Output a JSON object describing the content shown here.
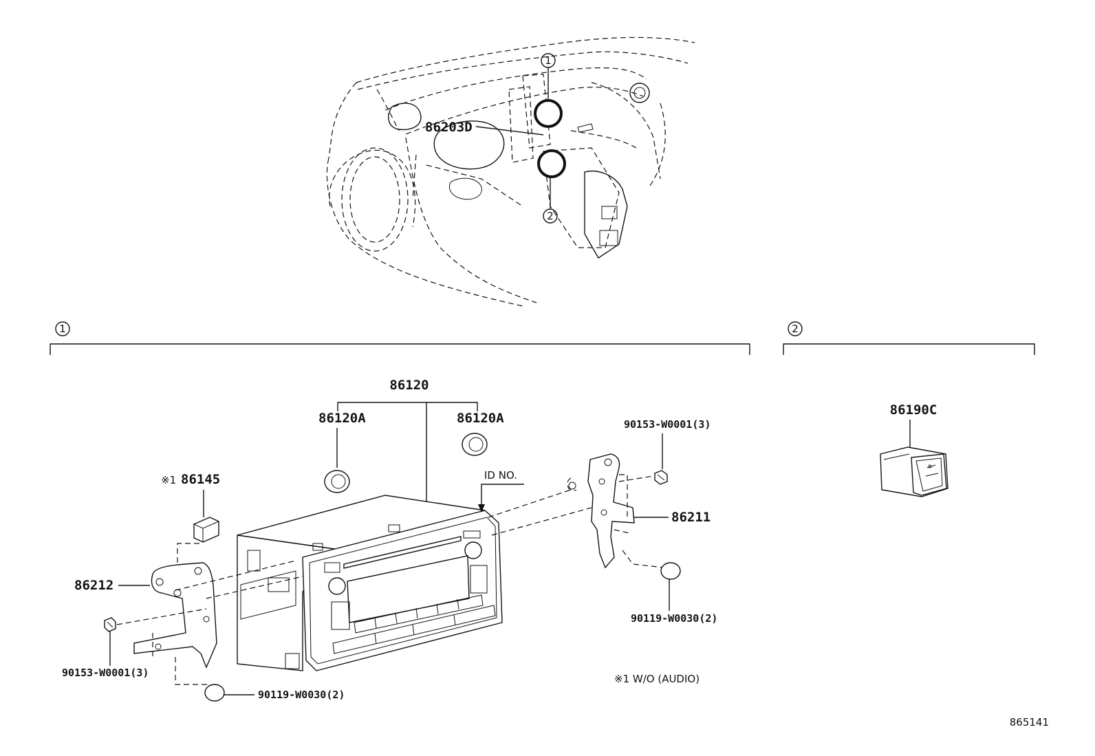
{
  "callouts": {
    "c1": "1",
    "c2": "2"
  },
  "parts": {
    "dash_switch": "86203D",
    "radio_assy": "86120",
    "knob_left": "86120A",
    "knob_right": "86120A",
    "connector_note_mark": "※1",
    "connector": "86145",
    "bracket_left": "86212",
    "bracket_right": "86211",
    "screw_top_right": "90153-W0001(3)",
    "screw_bottom_left": "90153-W0001(3)",
    "clip_right": "90119-W0030(2)",
    "clip_bottom": "90119-W0030(2)",
    "usb_jack": "86190C"
  },
  "annotations": {
    "id_no": "ID NO.",
    "footnote": "※1 W/O (AUDIO)",
    "figure_number": "865141"
  }
}
